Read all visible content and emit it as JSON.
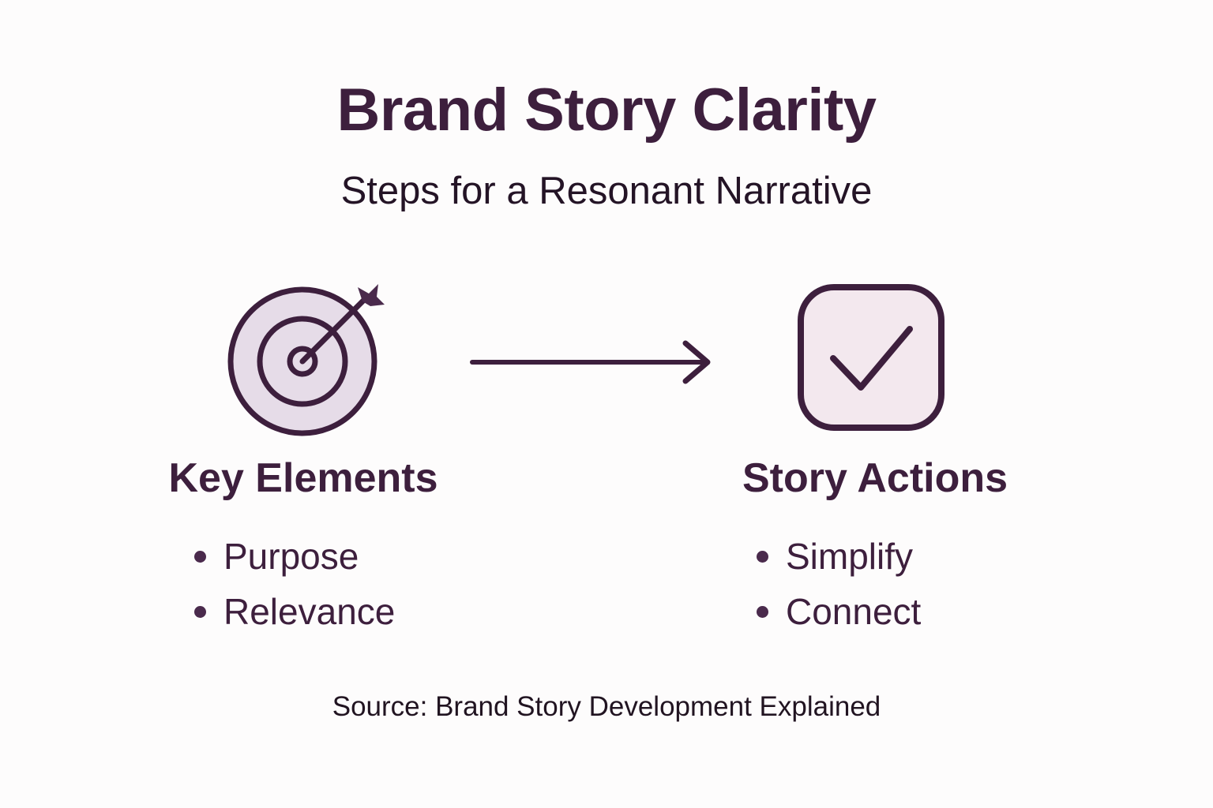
{
  "header": {
    "title": "Brand Story Clarity",
    "subtitle": "Steps for a Resonant Narrative"
  },
  "columns": [
    {
      "heading": "Key Elements",
      "icon": "target-icon",
      "bullets": [
        "Purpose",
        "Relevance"
      ]
    },
    {
      "heading": "Story Actions",
      "icon": "checkmark-square-icon",
      "bullets": [
        "Simplify",
        "Connect"
      ]
    }
  ],
  "connector": {
    "icon": "arrow-right-icon"
  },
  "source": {
    "text": "Source: Brand Story Development Explained"
  },
  "colors": {
    "background": "#fdfcfc",
    "primary": "#3d1f3d",
    "ink": "#241426",
    "target_fill": "#e6dce8",
    "square_fill": "#f3e8ee"
  }
}
